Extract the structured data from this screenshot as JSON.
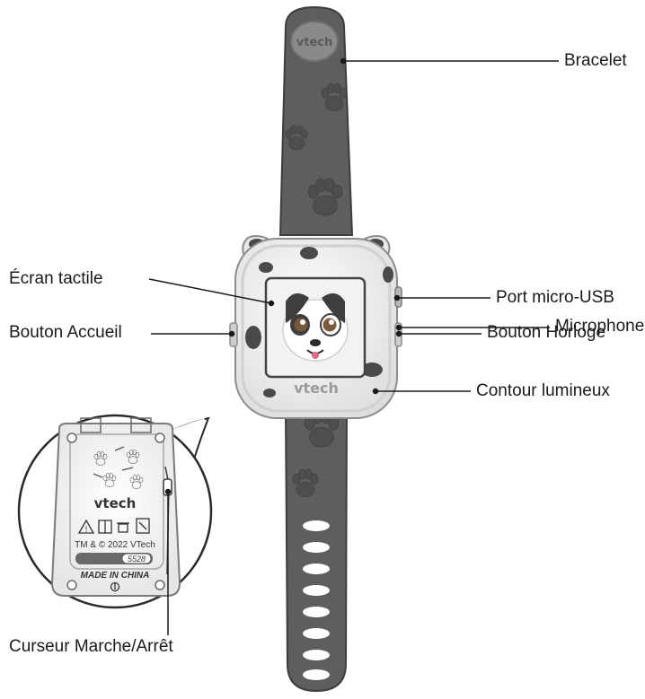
{
  "labels": {
    "bracelet": "Bracelet",
    "ecran": "Écran tactile",
    "port": "Port micro-USB",
    "micro": "Microphone",
    "accueil": "Bouton Accueil",
    "horloge": "Bouton Horloge",
    "contour": "Contour lumineux",
    "curseur": "Curseur Marche/Arrêt"
  },
  "brand": {
    "logo": "vtech",
    "back_logo": "vtech",
    "copyright": "TM & © 2022 VTech",
    "model": "5528",
    "made_in": "MADE IN CHINA"
  },
  "colors": {
    "strap": "#5e5e5e",
    "strap_edge": "#3d3d3d",
    "case": "#efefef",
    "case_edge": "#8c8c8c",
    "screen_bg": "#f2f2f2",
    "leader_line": "#1a1a1a"
  },
  "icons": [
    "paw-icon",
    "warning-icon",
    "manual-icon",
    "bin-icon",
    "recycle-icon"
  ]
}
